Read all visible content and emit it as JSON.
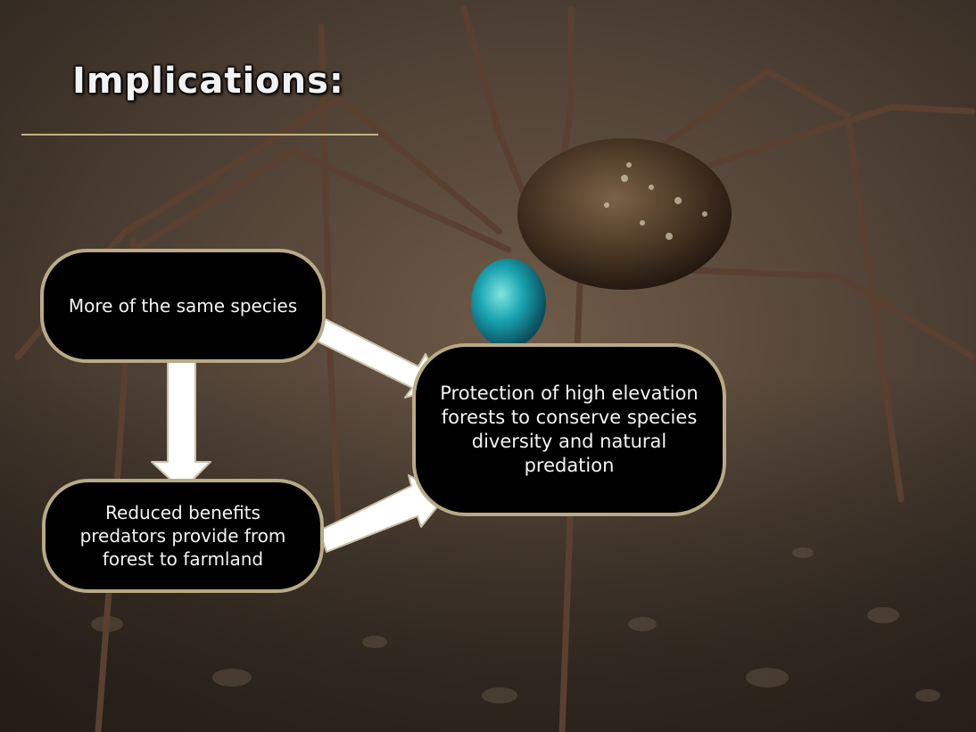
{
  "slide": {
    "title": "Implications:",
    "accent_color": "#c2b386",
    "node_border_color": "#b8aa84",
    "background_image": "harvestman-spider-eating-blue-fly"
  },
  "diagram": {
    "nodes": {
      "more_species": "More of the same species",
      "reduced_benefits": "Reduced benefits predators provide from forest to farmland",
      "protection": "Protection of high elevation forests to conserve species diversity and natural predation"
    },
    "edges": [
      {
        "from": "more_species",
        "to": "reduced_benefits"
      },
      {
        "from": "more_species",
        "to": "protection"
      },
      {
        "from": "reduced_benefits",
        "to": "protection"
      }
    ]
  }
}
